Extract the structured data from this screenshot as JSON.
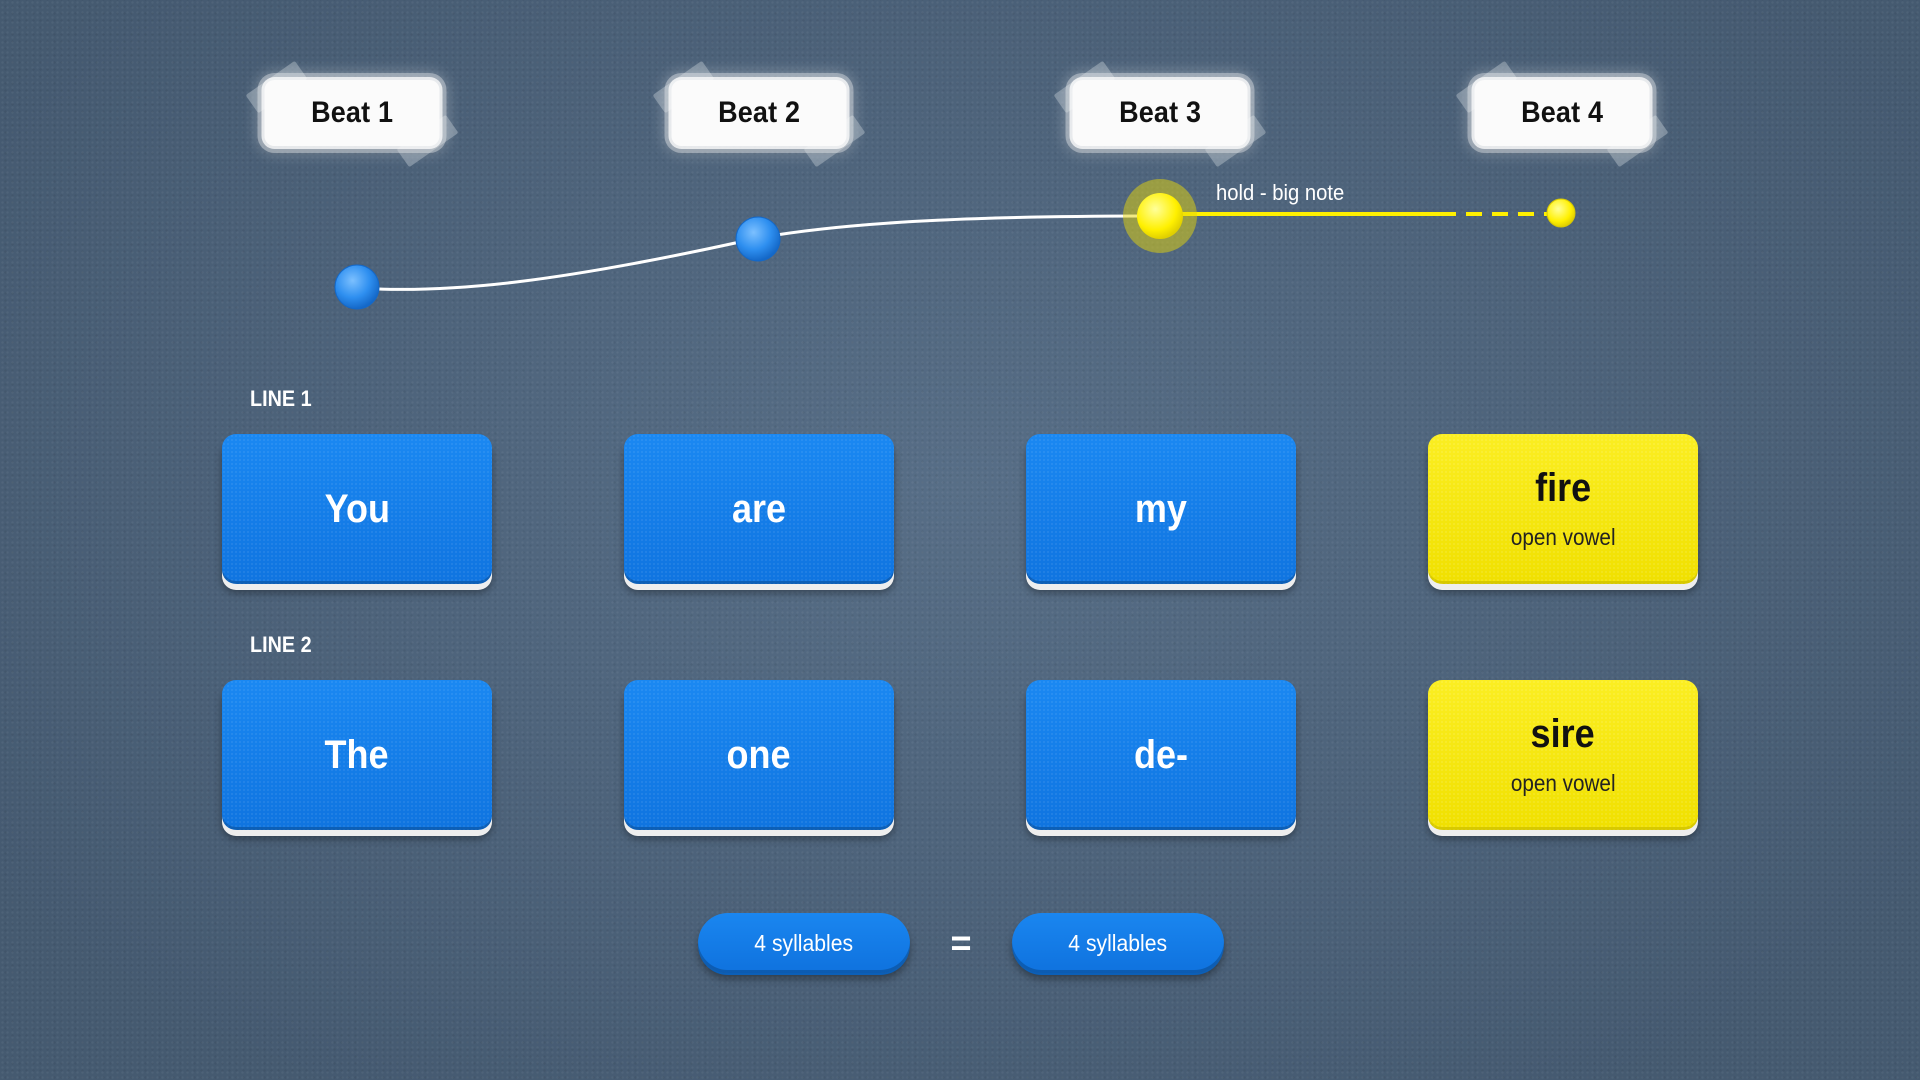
{
  "beats": [
    {
      "label": "Beat 1"
    },
    {
      "label": "Beat 2"
    },
    {
      "label": "Beat 3"
    },
    {
      "label": "Beat 4"
    }
  ],
  "pitch_line": {
    "hold_label": "hold - big note",
    "line_color": "#ffffff",
    "hold_color": "#fff000",
    "node_color": "#2e8ff0"
  },
  "lines": [
    {
      "label": "LINE 1",
      "cards": [
        {
          "word": "You",
          "note": "",
          "style": "blue"
        },
        {
          "word": "are",
          "note": "",
          "style": "blue"
        },
        {
          "word": "my",
          "note": "",
          "style": "blue"
        },
        {
          "word": "fire",
          "note": "open vowel",
          "style": "yellow"
        }
      ]
    },
    {
      "label": "LINE 2",
      "cards": [
        {
          "word": "The",
          "note": "",
          "style": "blue"
        },
        {
          "word": "one",
          "note": "",
          "style": "blue"
        },
        {
          "word": "de-",
          "note": "",
          "style": "blue"
        },
        {
          "word": "sire",
          "note": "open vowel",
          "style": "yellow"
        }
      ]
    }
  ],
  "comparison": {
    "left": "4 syllables",
    "operator": "=",
    "right": "4 syllables"
  },
  "colors": {
    "background": "#4e6680",
    "card_blue": "#1481ee",
    "card_yellow": "#f8eb10"
  }
}
